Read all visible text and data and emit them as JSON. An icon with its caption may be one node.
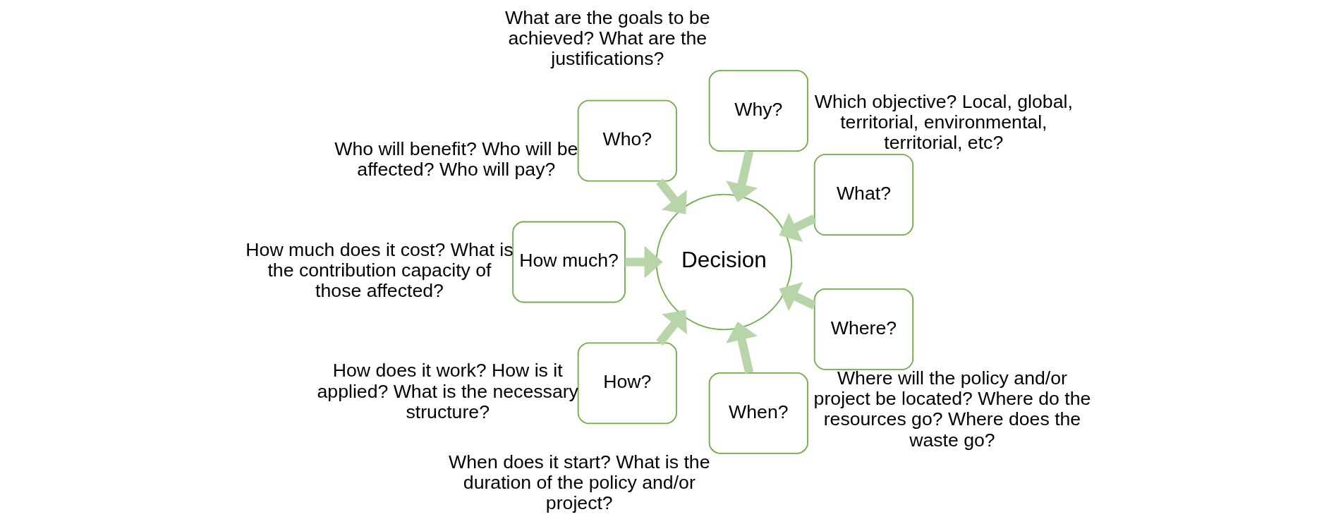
{
  "diagram": {
    "nodes": [
      {
        "text": [
          "What?"
        ],
        "beside": [
          "Which objective? Local, global, territorial, environmental, territorial, etc?"
        ]
      },
      {
        "text": [
          "Why?"
        ],
        "beside": [
          "What are the goals to be achieved? What are the justifications?"
        ]
      },
      {
        "text": [
          "Who?"
        ],
        "beside": [
          "Who will benefit? Who will be affected? Who will pay?"
        ]
      },
      {
        "text": [
          "How much?"
        ],
        "beside": [
          "How much does it cost? What is the contribution capacity of those affected?"
        ]
      },
      {
        "text": [
          "How?"
        ],
        "beside": [
          "How does it work? How is it applied? What is the necessary structure?"
        ]
      },
      {
        "text": [
          "When?"
        ],
        "beside": [
          "When does it start? What is the duration of the policy and/or project?"
        ]
      },
      {
        "text": [
          "Where?"
        ],
        "beside": [
          "Where will the policy and/or project be located? Where do the resources go? Where does the waste go?"
        ]
      },
      {
        "text": [
          "Decision"
        ]
      }
    ],
    "edges": [
      {
        "from": 0,
        "to": 7,
        "arrow": "to"
      },
      {
        "from": 1,
        "to": 7,
        "arrow": "to"
      },
      {
        "from": 2,
        "to": 7,
        "arrow": "to"
      },
      {
        "from": 3,
        "to": 7,
        "arrow": "to"
      },
      {
        "from": 4,
        "to": 7,
        "arrow": "to"
      },
      {
        "from": 5,
        "to": 7,
        "arrow": "to"
      },
      {
        "from": 6,
        "to": 7,
        "arrow": "to"
      }
    ]
  }
}
